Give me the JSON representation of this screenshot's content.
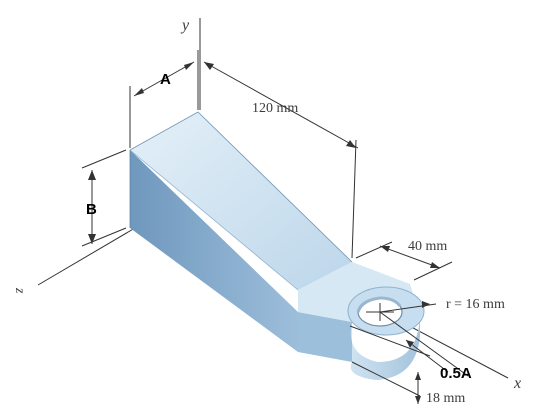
{
  "labels": {
    "A": "A",
    "B": "B",
    "half_A": "0.5A",
    "len_120": "120 mm",
    "len_40": "40 mm",
    "radius": "r = 16 mm",
    "thick_18": "18 mm"
  },
  "axes": {
    "x": "x",
    "y": "y",
    "z": "z"
  },
  "colors": {
    "top_face": "#d2e6f3",
    "side_face": "#7fa6c8",
    "front_face": "#a9c7df",
    "hole": "#ffffff"
  }
}
